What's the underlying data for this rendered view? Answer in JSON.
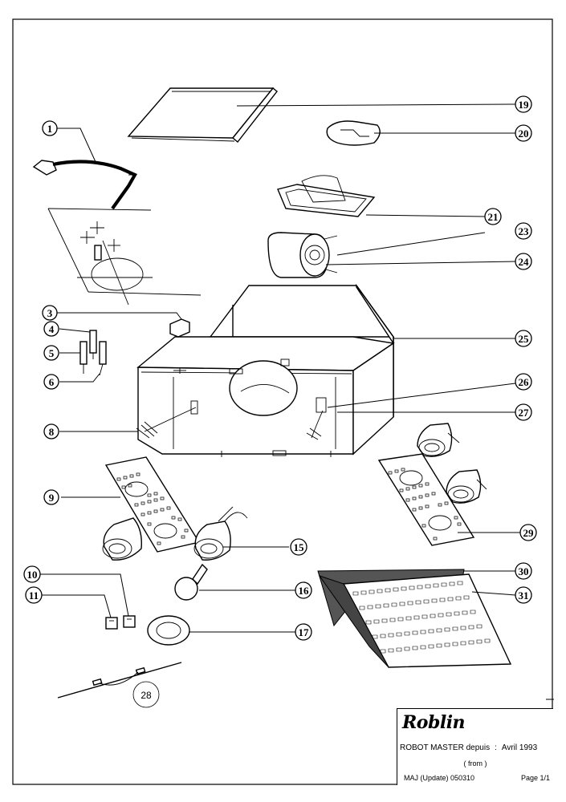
{
  "diagram": {
    "callouts": [
      "1",
      "3",
      "4",
      "5",
      "6",
      "8",
      "9",
      "10",
      "11",
      "15",
      "16",
      "17",
      "19",
      "20",
      "21",
      "23",
      "24",
      "25",
      "26",
      "27",
      "28",
      "29",
      "30",
      "31"
    ]
  },
  "title_block": {
    "brand": "Roblin",
    "model_line": "ROBOT MASTER depuis",
    "separator": ":",
    "date": "Avril 1993",
    "from_note": "( from )",
    "update_line": "MAJ (Update) 050310",
    "page": "Page 1/1"
  }
}
